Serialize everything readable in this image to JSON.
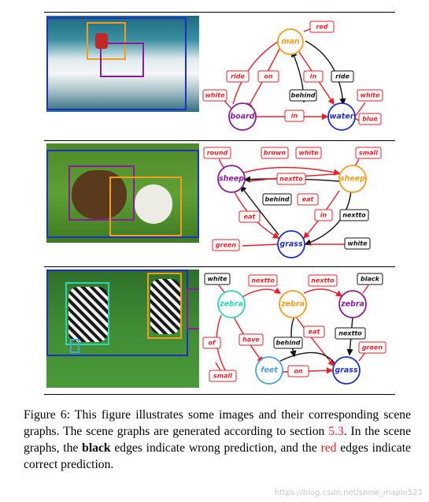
{
  "colors": {
    "red": "#e8202a",
    "black": "#111111",
    "orange": "#f39c1e",
    "purple": "#8a1c9b",
    "blue": "#1f2fc0",
    "cyan": "#2fd7b0",
    "lightblue": "#4aa3d8"
  },
  "rows": [
    {
      "nodes": {
        "man": "man",
        "board": "board",
        "water": "water"
      },
      "labels": {
        "red": "red",
        "ride1": "ride",
        "on": "on",
        "in1": "in",
        "ride2": "ride",
        "white1": "white",
        "behind": "behind",
        "white2": "white",
        "in2": "in",
        "blue": "blue"
      }
    },
    {
      "nodes": {
        "sheep1": "sheep",
        "sheep2": "sheep",
        "grass": "grass"
      },
      "labels": {
        "round": "round",
        "brown": "brown",
        "white": "white",
        "small": "small",
        "nextto": "nextto",
        "behind": "behind",
        "eat1": "eat",
        "eat2": "eat",
        "in": "in",
        "nextto2": "nextto",
        "green": "green",
        "white2": "white"
      }
    },
    {
      "nodes": {
        "zebra1": "zebra",
        "zebra2": "zebra",
        "zebra3": "zebra",
        "feet": "feet",
        "grass": "grass"
      },
      "labels": {
        "white": "white",
        "nextto1": "nextto",
        "nextto2": "nextto",
        "black": "black",
        "have": "have",
        "of": "of",
        "behind": "behind",
        "eat": "eat",
        "nextto3": "nextto",
        "green": "green",
        "small": "small",
        "on": "on"
      }
    }
  ],
  "caption": {
    "prefix": "Figure 6:  This figure illustrates some images and their corresponding scene graphs. The scene graphs are generated according to section ",
    "ref": "5.3",
    "middle1": ". In the scene graphs, the ",
    "black_word": "black",
    "middle2": " edges indicate wrong prediction, and the ",
    "red_word": "red",
    "suffix": " edges indicate correct prediction."
  },
  "watermark": "https://blog.csdn.net/snow_maple521"
}
